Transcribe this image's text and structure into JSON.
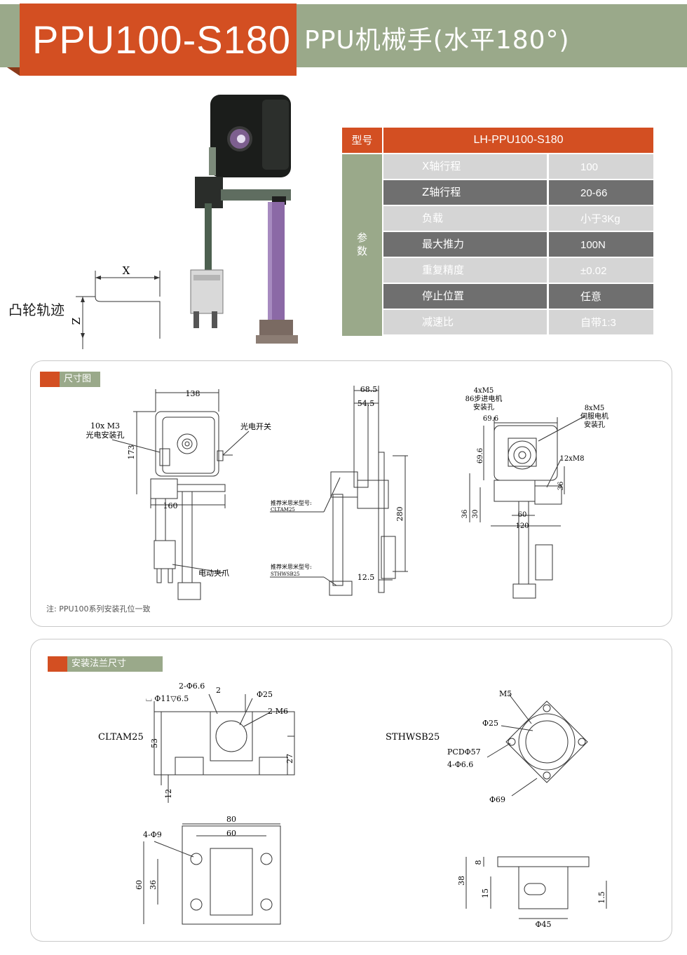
{
  "header": {
    "model": "PPU100-S180",
    "title": "PPU机械手(水平180°)"
  },
  "cam_track": {
    "label": "凸轮轨迹",
    "x": "X",
    "z": "Z"
  },
  "spec_table": {
    "header_label": "型号",
    "header_value": "LH-PPU100-S180",
    "side_label": "参数",
    "rows": [
      {
        "key": "X轴行程",
        "value": "100"
      },
      {
        "key": "Z轴行程",
        "value": "20-66"
      },
      {
        "key": "负载",
        "value": "小于3Kg"
      },
      {
        "key": "最大推力",
        "value": "100N"
      },
      {
        "key": "重复精度",
        "value": "±0.02"
      },
      {
        "key": "停止位置",
        "value": "任意"
      },
      {
        "key": "减速比",
        "value": "自带1:3"
      }
    ]
  },
  "dimensions": {
    "tag": "尺寸图",
    "note": "注: PPU100系列安装孔位一致",
    "front": {
      "w138": "138",
      "h173": "173",
      "w160": "160",
      "holes1": "10x M3",
      "holes2": "光电安装孔",
      "sensor": "光电开关",
      "gripper": "电动夹爪"
    },
    "side": {
      "d685": "68.5",
      "d545": "54.5",
      "d280": "280",
      "d125": "12.5",
      "rec1a": "推荐米思米型号:",
      "rec1b": "CLTAM25",
      "rec2a": "推荐米思米型号:",
      "rec2b": "STHWSB25"
    },
    "back": {
      "m5a": "4xM5",
      "m5b": "86步进电机",
      "m5c": "安装孔",
      "d696": "69.6",
      "d696v": "69.6",
      "m5d": "8xM5",
      "m5e": "伺服电机",
      "m5f": "安装孔",
      "m8": "12xM8",
      "d36": "36",
      "d36b": "36",
      "d30": "30",
      "d60": "60",
      "d120": "120"
    }
  },
  "flange": {
    "tag": "安装法兰尺寸",
    "cltam": {
      "name": "CLTAM25",
      "hole1": "2-Φ6.6",
      "hole2": "⌴ Φ11▽6.5",
      "d2": "2",
      "d25": "Φ25",
      "m6": "2-M6",
      "d53": "53",
      "d27": "27",
      "d12": "12",
      "d80": "80",
      "d60": "60",
      "d49": "4-Φ9",
      "h60": "60",
      "h36": "36"
    },
    "sthw": {
      "name": "STHWSB25",
      "m5": "M5",
      "d25": "Φ25",
      "pcd": "PCDΦ57",
      "holes": "4-Φ6.6",
      "d69": "Φ69",
      "d38": "38",
      "d8": "8",
      "d15": "15",
      "d15b": "1.5",
      "d45": "Φ45"
    }
  },
  "colors": {
    "accent": "#d34f22",
    "band": "#9aa98a",
    "row_light": "#d5d5d5",
    "row_dark": "#6f6f6f"
  }
}
